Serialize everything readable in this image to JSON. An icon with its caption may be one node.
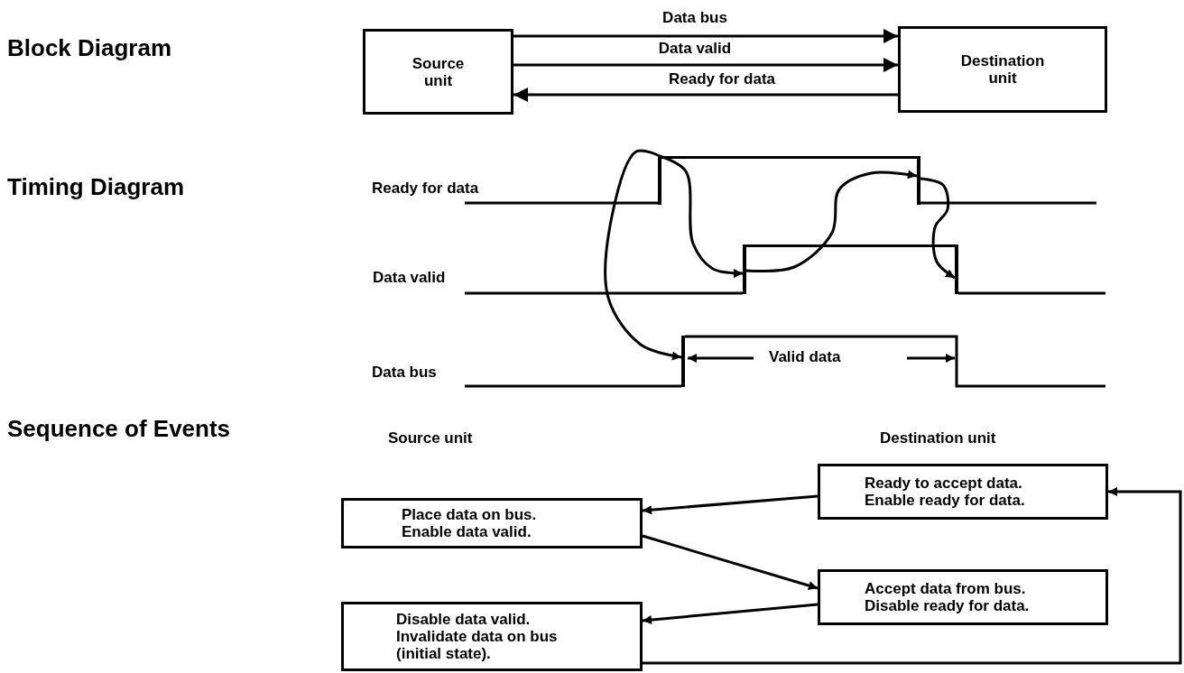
{
  "diagram": {
    "nodes": [
      {
        "text": [
          "Source unit"
        ]
      },
      {
        "text": [
          "Destination unit"
        ]
      },
      {
        "text": [],
        "shape": "line"
      },
      {
        "text": [],
        "shape": "line"
      },
      {
        "text": [],
        "shape": "line"
      },
      {
        "text": [],
        "shape": "line"
      },
      {
        "text": [],
        "shape": "line"
      },
      {
        "text": [
          "Ready to accept data. Enable ready for data."
        ]
      },
      {
        "text": [
          "Place data on bus. Enable data valid."
        ]
      },
      {
        "text": [
          "Accept data from bus. Disable ready for data."
        ]
      },
      {
        "text": [
          "Disable data valid. Invalidate data on bus (initial state)."
        ]
      }
    ],
    "edges": [
      {
        "from": 0,
        "to": 1,
        "arrow": "to",
        "label": "Data bus"
      },
      {
        "from": 0,
        "to": 1,
        "arrow": "to",
        "label": "Data valid"
      },
      {
        "from": 1,
        "to": 0,
        "arrow": "to",
        "label": "Ready for data"
      },
      {
        "from": 2,
        "to": 3,
        "arrow": "to"
      },
      {
        "from": 2,
        "to": 4,
        "arrow": "to"
      },
      {
        "from": 4,
        "to": 5,
        "arrow": "to"
      },
      {
        "from": 5,
        "to": 6,
        "arrow": "to"
      },
      {
        "from": 7,
        "to": 8,
        "arrow": "to"
      },
      {
        "from": 8,
        "to": 9,
        "arrow": "to"
      },
      {
        "from": 9,
        "to": 10,
        "arrow": "to"
      },
      {
        "from": 10,
        "to": 7,
        "arrow": "to"
      },
      {
        "from": 2,
        "to": 5,
        "arrow": "none"
      },
      {
        "from": 4,
        "to": 6,
        "arrow": "none"
      }
    ],
    "labels": [
      "Block Diagram",
      "Timing Diagram",
      "Ready for data",
      "Data valid",
      "Valid data",
      "Data bus",
      "Sequence of Events",
      "Source unit",
      "Destination unit"
    ]
  }
}
